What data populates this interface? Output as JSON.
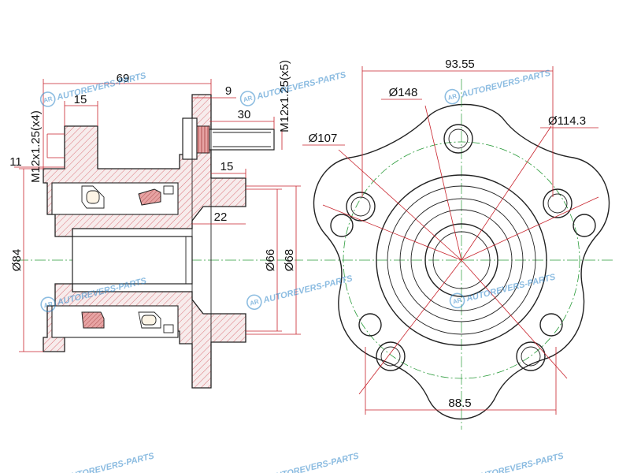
{
  "watermark": {
    "brand_text": "AUTOREVERS-PARTS",
    "logo_text": "AR"
  },
  "side_view": {
    "dims": {
      "overall_length": "69",
      "flange_offset": "15",
      "thread_hub": "M12x1.25(x4)",
      "lip_offset": "11",
      "hub_diameter": "Ø84",
      "stud_gap": "9",
      "stud_length": "30",
      "thread_stud": "M12x1.25(x5)",
      "pilot_length": "15",
      "bore_length": "22",
      "pilot_d1": "Ø66",
      "pilot_d2": "Ø68"
    }
  },
  "front_view": {
    "dims": {
      "width_top": "93.55",
      "d148": "Ø148",
      "pcd": "Ø114.3",
      "d107": "Ø107",
      "width_bottom": "88.5"
    }
  },
  "colors": {
    "outline": "#222222",
    "dimension_lines": "#c8232c",
    "center_lines": "#2a9b3a",
    "watermark": "#2f86c9",
    "seal": "#d98a8a"
  }
}
